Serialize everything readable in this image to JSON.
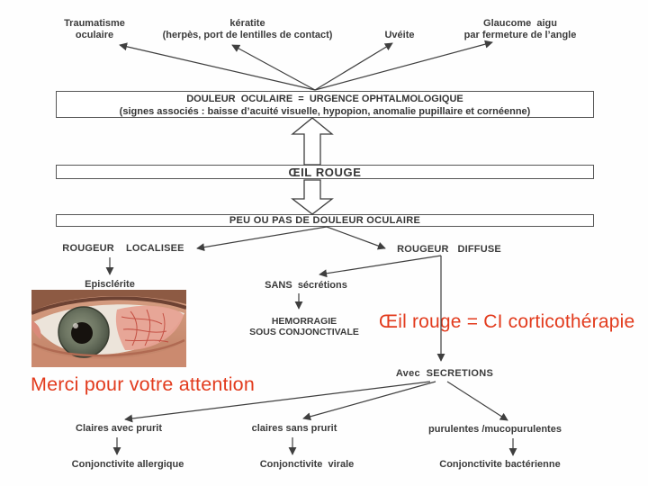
{
  "causes": {
    "traumatisme": {
      "line1": "Traumatisme",
      "line2": "oculaire"
    },
    "keratite": {
      "line1": "kératite",
      "line2": "(herpès, port de lentilles de contact)"
    },
    "uveite": {
      "label": "Uvéite"
    },
    "glaucome": {
      "line1": "Glaucome  aigu",
      "line2": "par fermeture de l’angle"
    }
  },
  "boxes": {
    "douleur": {
      "line1": "DOULEUR  OCULAIRE  =  URGENCE OPHTALMOLOGIQUE",
      "line2": "(signes associés : baisse d’acuité visuelle, hypopion, anomalie pupillaire et cornéenne)"
    },
    "oeil_rouge": "ŒIL ROUGE",
    "peu_douleur": "PEU OU PAS DE DOULEUR OCULAIRE"
  },
  "branches": {
    "localisee": "ROUGEUR    LOCALISEE",
    "diffuse": "ROUGEUR   DIFFUSE",
    "episclerite": "Episclérite",
    "sans_secretions": "SANS  sécrétions",
    "hemorragie": {
      "line1": "HEMORRAGIE",
      "line2": "SOUS CONJONCTIVALE"
    },
    "avec_secretions": "Avec  SECRETIONS",
    "claires_avec_prurit": "Claires avec prurit",
    "claires_sans_prurit": "claires sans prurit",
    "purulentes": "purulentes /mucopurulentes",
    "conjonctivite_allergique": "Conjonctivite allergique",
    "conjonctivite_virale": "Conjonctivite  virale",
    "conjonctivite_bacterienne": "Conjonctivite bactérienne"
  },
  "annotations": {
    "ci_corticotherapie": "Œil rouge = CI corticothérapie",
    "merci": "Merci pour votre attention",
    "color": "#e23b1d"
  },
  "photo": {
    "name": "red-eye-episclerite-photo"
  },
  "colors": {
    "line": "#3f3f3f",
    "text": "#3b3b3b",
    "box_border": "#565656"
  }
}
